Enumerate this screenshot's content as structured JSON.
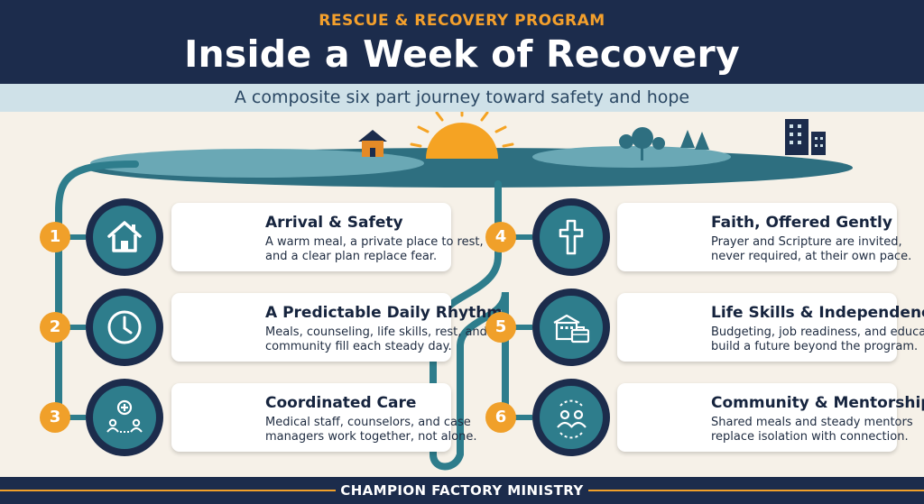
{
  "header": {
    "eyebrow": "RESCUE & RECOVERY PROGRAM",
    "title": "Inside a Week of Recovery",
    "subtitle": "A composite six part journey toward safety and hope"
  },
  "steps": [
    {
      "number": "1",
      "title": "Arrival & Safety",
      "line1": "A warm meal, a private place to rest,",
      "line2": "and a clear plan replace fear.",
      "icon": "house-icon"
    },
    {
      "number": "2",
      "title": "A Predictable Daily Rhythm",
      "line1": "Meals, counseling, life skills, rest, and",
      "line2": "community fill each steady day.",
      "icon": "clock-icon"
    },
    {
      "number": "3",
      "title": "Coordinated Care",
      "line1": "Medical staff, counselors, and case",
      "line2": "managers work together, not alone.",
      "icon": "care-team-icon"
    },
    {
      "number": "4",
      "title": "Faith, Offered Gently",
      "line1": "Prayer and Scripture are invited,",
      "line2": "never required, at their own pace.",
      "icon": "cross-icon"
    },
    {
      "number": "5",
      "title": "Life Skills & Independence",
      "line1": "Budgeting, job readiness, and education",
      "line2": "build a future beyond the program.",
      "icon": "school-briefcase-icon"
    },
    {
      "number": "6",
      "title": "Community & Mentorship",
      "line1": "Shared meals and steady mentors",
      "line2": "replace isolation with connection.",
      "icon": "mentorship-icon"
    }
  ],
  "footer": {
    "text": "CHAMPION FACTORY MINISTRY"
  },
  "colors": {
    "navy": "#1c2c4c",
    "teal": "#2e7d8c",
    "orange": "#f0a02a",
    "cream": "#f6f1e8",
    "lightblue": "#cfe1e8"
  }
}
